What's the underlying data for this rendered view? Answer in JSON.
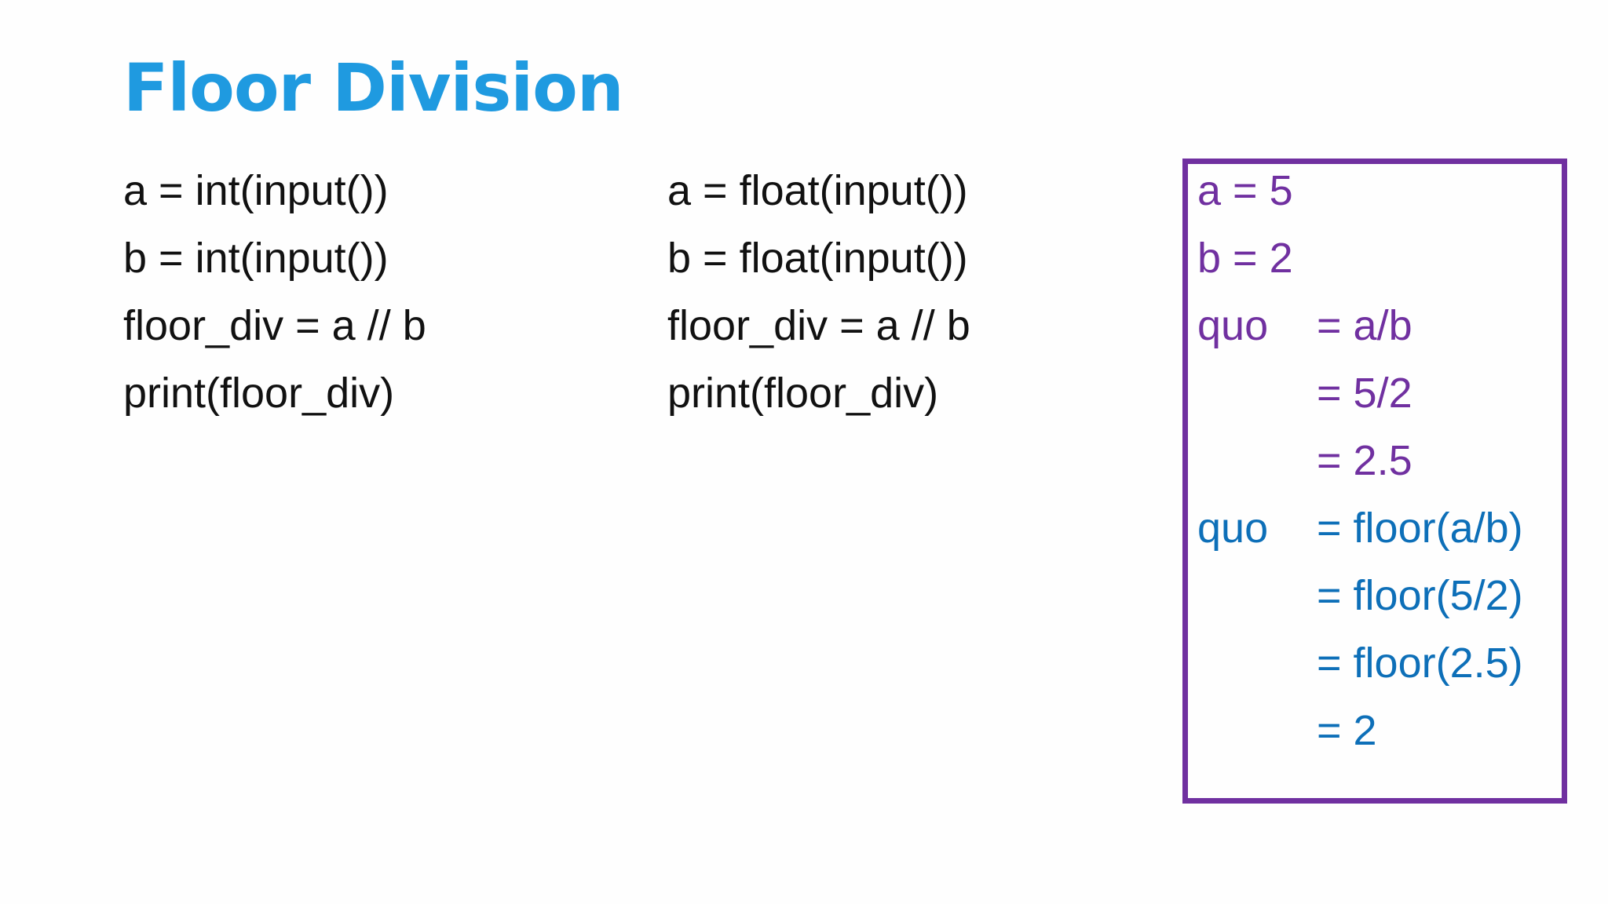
{
  "title": "Floor Division",
  "int_code": [
    "a = int(input())",
    "b = int(input())",
    "floor_div = a // b",
    "print(floor_div)"
  ],
  "float_code": [
    "a = float(input())",
    "b = float(input())",
    "floor_div = a // b",
    "print(floor_div)"
  ],
  "calc": [
    {
      "label": "a = 5",
      "expr": "",
      "color": "#7030a0"
    },
    {
      "label": "b = 2",
      "expr": "",
      "color": "#7030a0"
    },
    {
      "label": "quo",
      "expr": "= a/b",
      "color": "#7030a0"
    },
    {
      "label": "",
      "expr": "= 5/2",
      "color": "#7030a0"
    },
    {
      "label": "",
      "expr": "= 2.5",
      "color": "#7030a0"
    },
    {
      "label": "quo",
      "expr": "= floor(a/b)",
      "color": "#0d6fb8"
    },
    {
      "label": "",
      "expr": "= floor(5/2)",
      "color": "#0d6fb8"
    },
    {
      "label": "",
      "expr": "= floor(2.5)",
      "color": "#0d6fb8"
    },
    {
      "label": "",
      "expr": "= 2",
      "color": "#0d6fb8"
    }
  ],
  "colors": {
    "title": "#1f9ae0",
    "box_border": "#7030a0",
    "purple_text": "#7030a0",
    "blue_text": "#0d6fb8",
    "code_text": "#111111"
  }
}
